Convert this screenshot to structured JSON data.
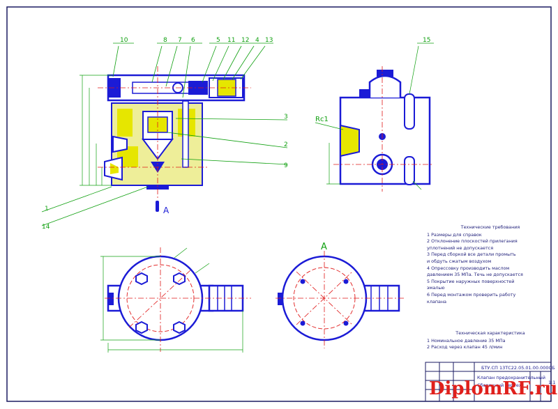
{
  "drawing": {
    "callouts": [
      "10",
      "8",
      "7",
      "6",
      "5",
      "11",
      "12",
      "4",
      "13",
      "15",
      "3",
      "2",
      "9",
      "1",
      "14"
    ],
    "view_label_a": "A",
    "section_label": "Rc1"
  },
  "notes_technical_requirements": {
    "heading": "Технические требования",
    "items": [
      "1  Размеры для справок",
      "2  Отклонение плоскостей прилегания",
      "    уплотнений не допускается",
      "3  Перед сборкой все детали промыть",
      "    и обдуть сжатым воздухом",
      "4  Опрессовку производить маслом",
      "    давлением 35 МПа. Течь не допускается",
      "5  Покрытие наружных поверхностей",
      "    эмалью",
      "6  Перед монтажом проверить работу",
      "    клапана"
    ]
  },
  "notes_technical_characteristics": {
    "heading": "Техническая характеристика",
    "items": [
      "1  Номинальное давление 35 МПа",
      "2  Расход через клапан 45 л/мин"
    ]
  },
  "title_block": {
    "code": "БТУ.СП  13ТС22.05.01.00.000СБ",
    "name_line1": "Клапан предохранительный",
    "name_line2": "Сборочный чертеж",
    "sheet": "1:1"
  },
  "watermark": {
    "text_main": "DiplomRF",
    "text_suffix": ".ru"
  },
  "colors": {
    "outline": "#1b1bd6",
    "dimension": "#10a010",
    "axis": "#e01818",
    "hatch": "#d4d400",
    "frame": "#1a1a60",
    "watermark": "#e0201c"
  }
}
